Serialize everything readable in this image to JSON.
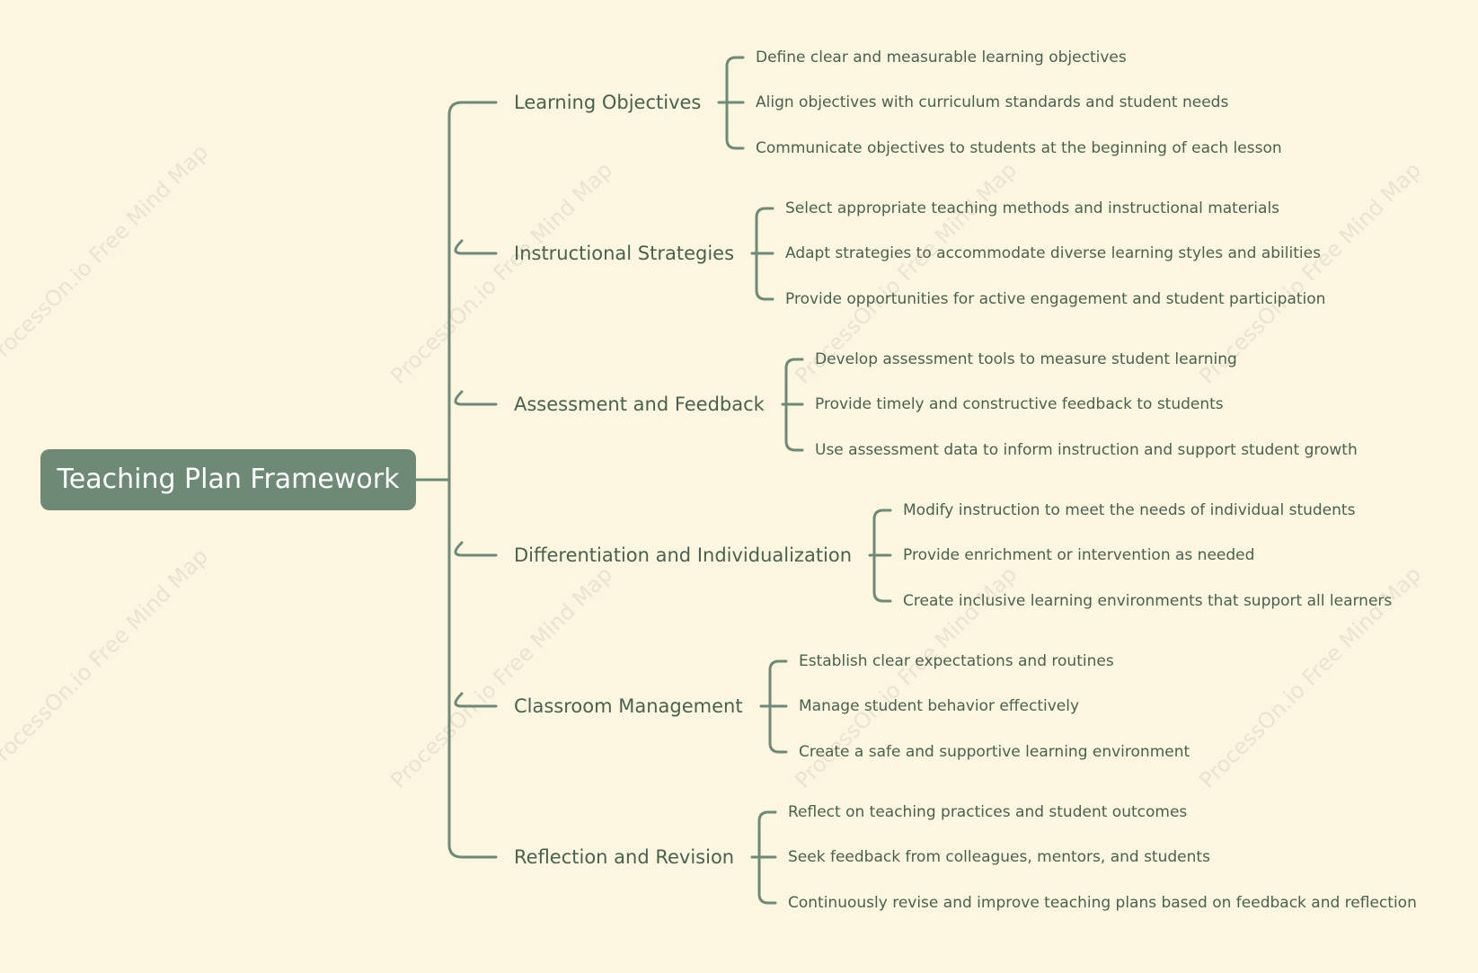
{
  "watermark_text": "ProcessOn.io Free Mind Map",
  "colors": {
    "background": "#fcf5e0",
    "accent": "#6e8a77",
    "text": "#4b6150",
    "root_text": "#ffffff"
  },
  "mindmap": {
    "root": "Teaching Plan Framework",
    "branches": [
      {
        "label": "Learning Objectives",
        "children": [
          "Define clear and measurable learning objectives",
          "Align objectives with curriculum standards and student needs",
          "Communicate objectives to students at the beginning of each lesson"
        ]
      },
      {
        "label": "Instructional Strategies",
        "children": [
          "Select appropriate teaching methods and instructional materials",
          "Adapt strategies to accommodate diverse learning styles and abilities",
          "Provide opportunities for active engagement and student participation"
        ]
      },
      {
        "label": "Assessment and Feedback",
        "children": [
          "Develop assessment tools to measure student learning",
          "Provide timely and constructive feedback to students",
          "Use assessment data to inform instruction and support student growth"
        ]
      },
      {
        "label": "Differentiation and Individualization",
        "children": [
          "Modify instruction to meet the needs of individual students",
          "Provide enrichment or intervention as needed",
          "Create inclusive learning environments that support all learners"
        ]
      },
      {
        "label": "Classroom Management",
        "children": [
          "Establish clear expectations and routines",
          "Manage student behavior effectively",
          "Create a safe and supportive learning environment"
        ]
      },
      {
        "label": "Reflection and Revision",
        "children": [
          "Reflect on teaching practices and student outcomes",
          "Seek feedback from colleagues, mentors, and students",
          "Continuously revise and improve teaching plans based on feedback and reflection"
        ]
      }
    ]
  }
}
